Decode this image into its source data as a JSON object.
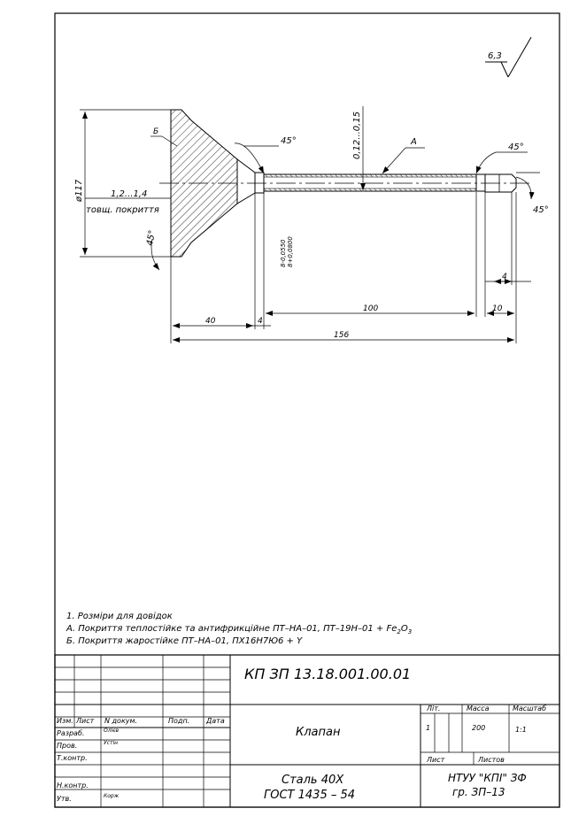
{
  "roughness": "6,3",
  "dims": {
    "diam": "ø117",
    "coating_thk": "1,2...1,4",
    "coating_label": "товщ. покриття",
    "angle_top": "45°",
    "angle_seat": "45°",
    "angle_right_top": "45°",
    "angle_right_end": "45°",
    "tol_stem": "0,12...0,15",
    "mark_a": "А",
    "mark_b": "Б",
    "fit_upper": "8-0,0550",
    "fit_lower": "8+0,0800",
    "len_100": "100",
    "len_40": "40",
    "len_4a": "4",
    "len_10": "10",
    "len_4b": "4",
    "len_156": "156"
  },
  "notes": {
    "n1": "1. Розміри для довідок",
    "n2_prefix": "А. Покриття теплостійке та антифрикційне ПТ–НА–01, ПТ–19Н–01 + Fe",
    "n2_sub1": "2",
    "n2_mid": "O",
    "n2_sub2": "3",
    "n3": "Б. Покриття жаростійке ПТ–НА–01, ПХ16Н7Ю6 + Y"
  },
  "title_block": {
    "doc_code": "КП ЗП 13.18.001.00.01",
    "col_izm": "Изм.",
    "col_list": "Лист",
    "col_ndoc": "N докум.",
    "col_podp": "Подп.",
    "col_data": "Дата",
    "razrab": "Разраб.",
    "razrab_name": "Олієв",
    "prov": "Пров.",
    "prov_name": "Устін",
    "tkontr": "Т.контр.",
    "nkontr": "Н.контр.",
    "utv": "Утв.",
    "utv_name": "Корж",
    "part_name": "Клапан",
    "lit": "Літ.",
    "massa": "Масса",
    "masshtab": "Масштаб",
    "lit_val": "1",
    "mass_val": "200",
    "scale_val": "1:1",
    "sheet": "Лист",
    "sheets": "Листов",
    "material_1": "Сталь 40Х",
    "material_2": "ГОСТ 1435 – 54",
    "org_1": "НТУУ \"КПІ\" ЗФ",
    "org_2": "гр. ЗП–13"
  }
}
